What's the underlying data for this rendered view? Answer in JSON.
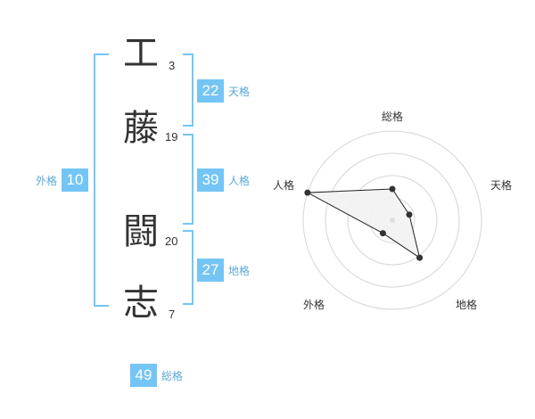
{
  "name": {
    "characters": [
      {
        "char": "工",
        "strokes": "3"
      },
      {
        "char": "藤",
        "strokes": "19"
      },
      {
        "char": "闘",
        "strokes": "20"
      },
      {
        "char": "志",
        "strokes": "7"
      }
    ]
  },
  "scores": {
    "tenkaku": {
      "value": "22",
      "label": "天格"
    },
    "jinkaku": {
      "value": "39",
      "label": "人格"
    },
    "chikaku": {
      "value": "27",
      "label": "地格"
    },
    "gaikaku": {
      "value": "10",
      "label": "外格"
    },
    "soukaku": {
      "value": "49",
      "label": "総格"
    }
  },
  "colors": {
    "accent": "#74c5f5",
    "label": "#5aa9d6",
    "text": "#333333"
  },
  "chart_data": {
    "type": "radar",
    "axes": [
      "総格",
      "天格",
      "地格",
      "外格",
      "人格"
    ],
    "rings": 4,
    "max": 100,
    "values": [
      35,
      20,
      52,
      18,
      100
    ],
    "fill": "#f2f2f2",
    "stroke": "#222222"
  }
}
